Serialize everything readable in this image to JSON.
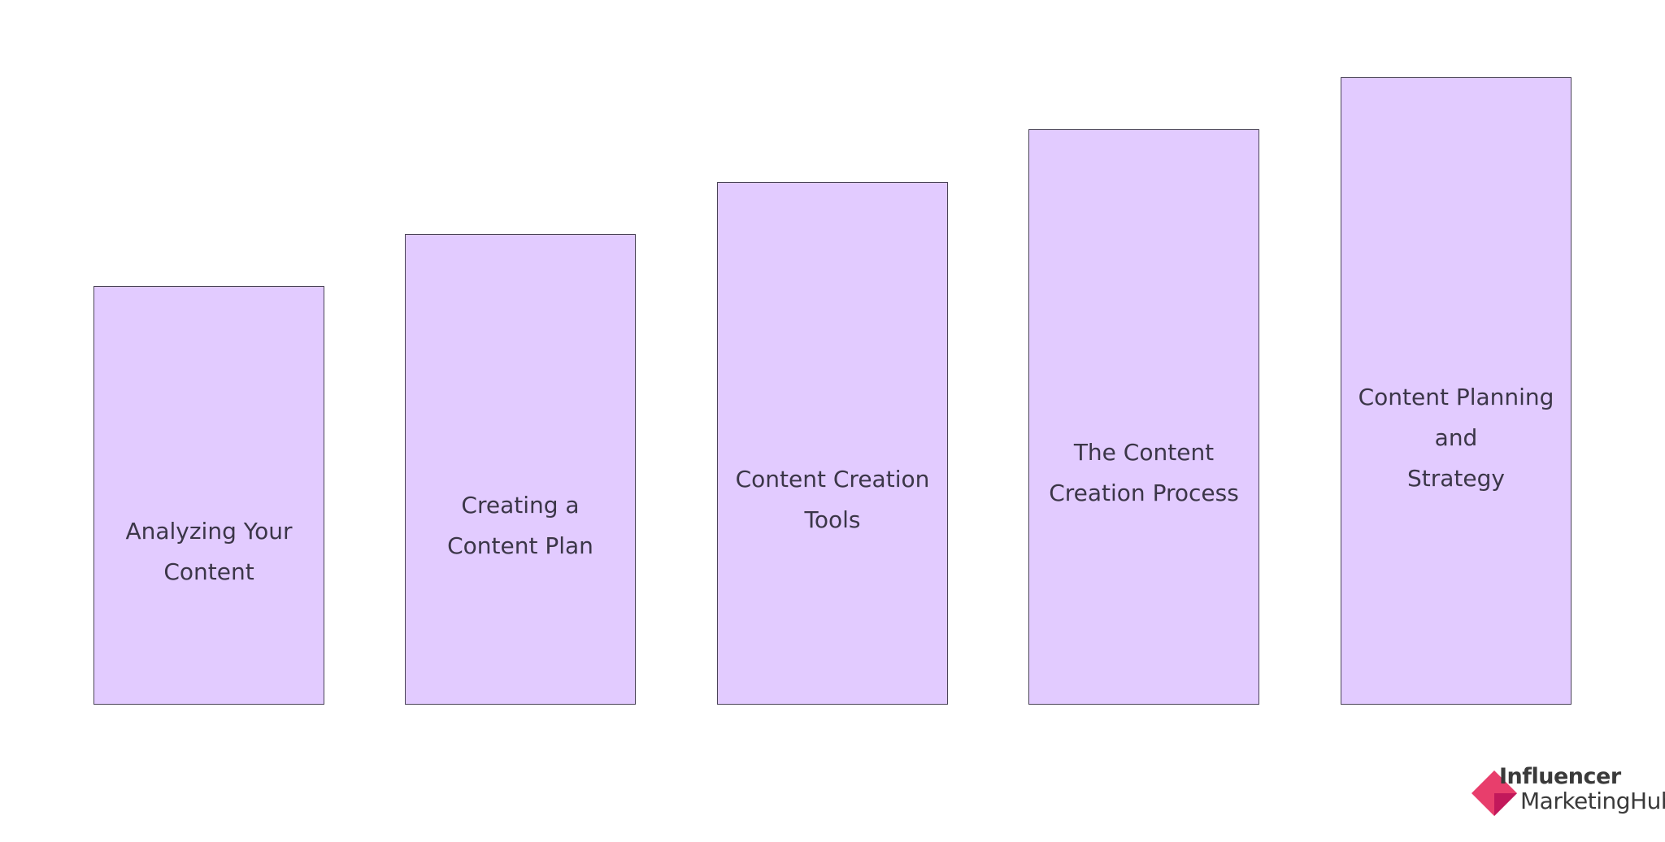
{
  "steps": [
    {
      "lines": [
        "Analyzing Your",
        "Content"
      ]
    },
    {
      "lines": [
        "Creating a",
        "Content Plan"
      ]
    },
    {
      "lines": [
        "Content Creation",
        "Tools"
      ]
    },
    {
      "lines": [
        "The Content",
        "Creation Process"
      ]
    },
    {
      "lines": [
        "Content Planning",
        "and",
        "Strategy"
      ]
    }
  ],
  "logo": {
    "line1": "Influencer",
    "line2": "MarketingHub"
  },
  "colors": {
    "box_fill": "#e2cbff",
    "box_border": "#4a4358",
    "text": "#3b3648",
    "logo_pink": "#e83e6c"
  }
}
